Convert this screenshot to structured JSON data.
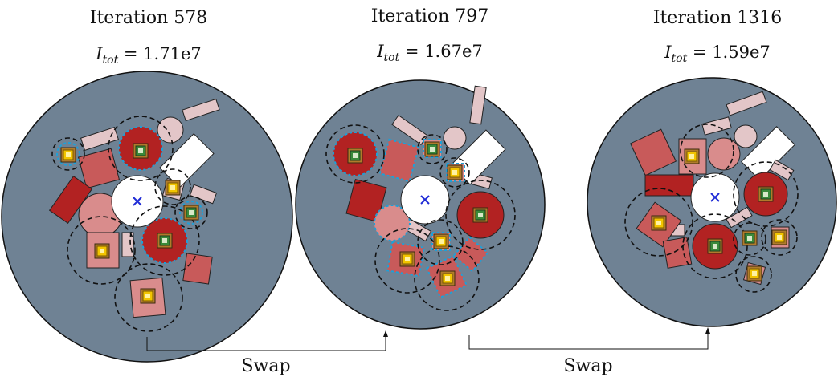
{
  "panels": [
    {
      "title": "Iteration 578",
      "metric_symbol": "I",
      "metric_sub": "tot",
      "metric_value": "= 1.71e7"
    },
    {
      "title": "Iteration 797",
      "metric_symbol": "I",
      "metric_sub": "tot",
      "metric_value": "= 1.67e7"
    },
    {
      "title": "Iteration 1316",
      "metric_symbol": "I",
      "metric_sub": "tot",
      "metric_value": "= 1.59e7"
    }
  ],
  "swaps": [
    {
      "label": "Swap"
    },
    {
      "label": "Swap"
    }
  ],
  "colors": {
    "disk": "#6f8294",
    "disk_stroke": "#111111",
    "dark_red": "#b22222",
    "mid_red": "#c85a5a",
    "light_red": "#d98c8c",
    "pale": "#e3c6c8",
    "green": "#3a8a3a",
    "gold": "#e6b800",
    "hub": "#ffffff",
    "center_mark": "#1f2bd6",
    "highlight": "#1ea0d8"
  },
  "icons": [
    "center-cross-icon",
    "green-marker-icon",
    "gold-marker-icon"
  ]
}
